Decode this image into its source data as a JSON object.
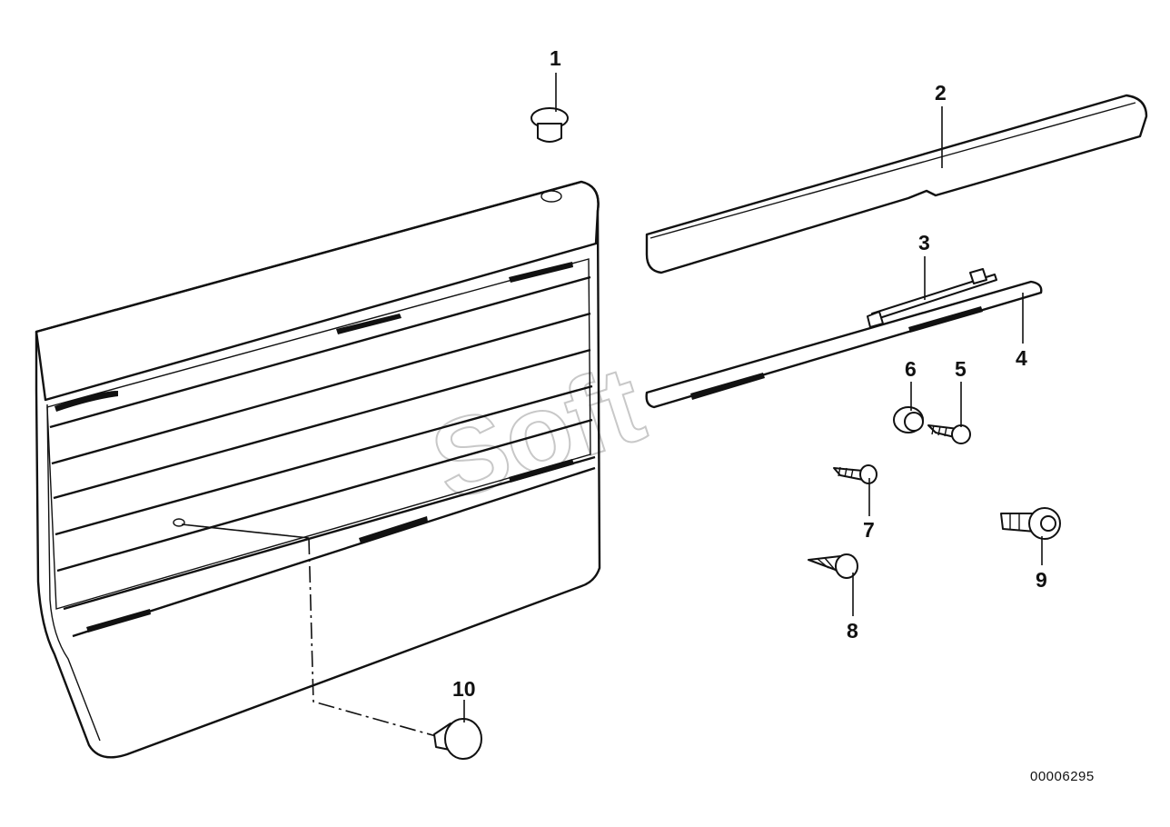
{
  "diagram": {
    "watermark": "Soft",
    "diagram_number": "00006295",
    "callouts": {
      "c1": "1",
      "c2": "2",
      "c3": "3",
      "c4": "4",
      "c5": "5",
      "c6": "6",
      "c7": "7",
      "c8": "8",
      "c9": "9",
      "c10": "10"
    }
  }
}
